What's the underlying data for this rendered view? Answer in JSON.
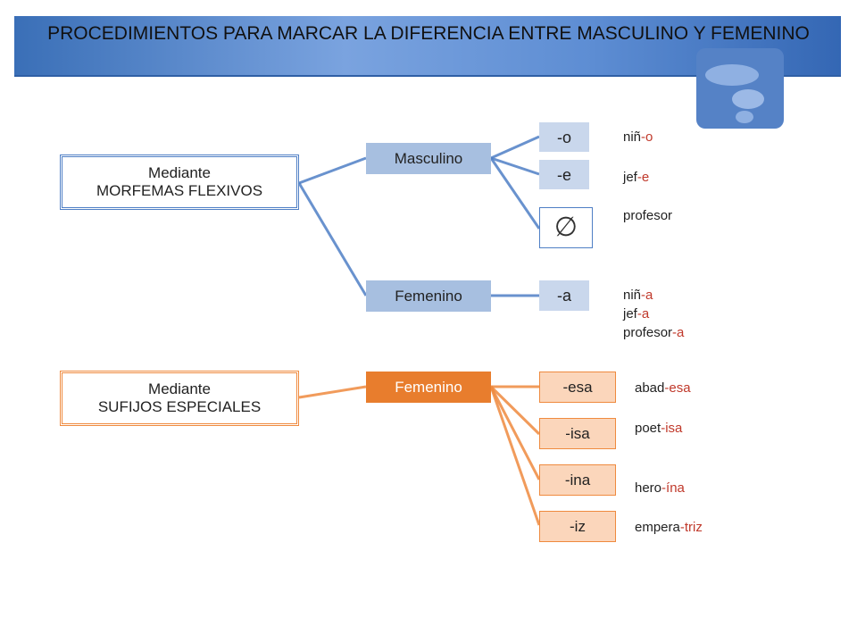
{
  "title": "PROCEDIMIENTOS PARA MARCAR LA DIFERENCIA ENTRE MASCULINO Y FEMENINO",
  "colors": {
    "blue": "#4f7fc5",
    "orange": "#ef8a3e",
    "suffix": "#c0392b"
  },
  "decor": {
    "icon": "question-mark-icon"
  },
  "morfemas": {
    "root": {
      "line1": "Mediante",
      "line2": "MORFEMAS FLEXIVOS"
    },
    "masculino": "Masculino",
    "femenino": "Femenino",
    "suffixes": {
      "o": "-o",
      "e": "-e",
      "empty": "∅",
      "a": "-a"
    },
    "examples": {
      "o": {
        "stem": "niñ",
        "suffix": "-o"
      },
      "e": {
        "stem": "jef",
        "suffix": "-e"
      },
      "empty": {
        "stem": "profesor",
        "suffix": ""
      },
      "a": [
        {
          "stem": "niñ",
          "suffix": "-a"
        },
        {
          "stem": "jef",
          "suffix": "-a"
        },
        {
          "stem": "profesor",
          "suffix": "-a"
        }
      ]
    }
  },
  "sufijos": {
    "root": {
      "line1": "Mediante",
      "line2": "SUFIJOS ESPECIALES"
    },
    "femenino": "Femenino",
    "suffixes": [
      "-esa",
      "-isa",
      "-ina",
      "-iz"
    ],
    "examples": [
      {
        "stem": "abad",
        "suffix": "-esa"
      },
      {
        "stem": "poet",
        "suffix": "-isa"
      },
      {
        "stem": "hero",
        "suffix": "-ína"
      },
      {
        "stem": "empera",
        "suffix": "-triz"
      }
    ]
  }
}
